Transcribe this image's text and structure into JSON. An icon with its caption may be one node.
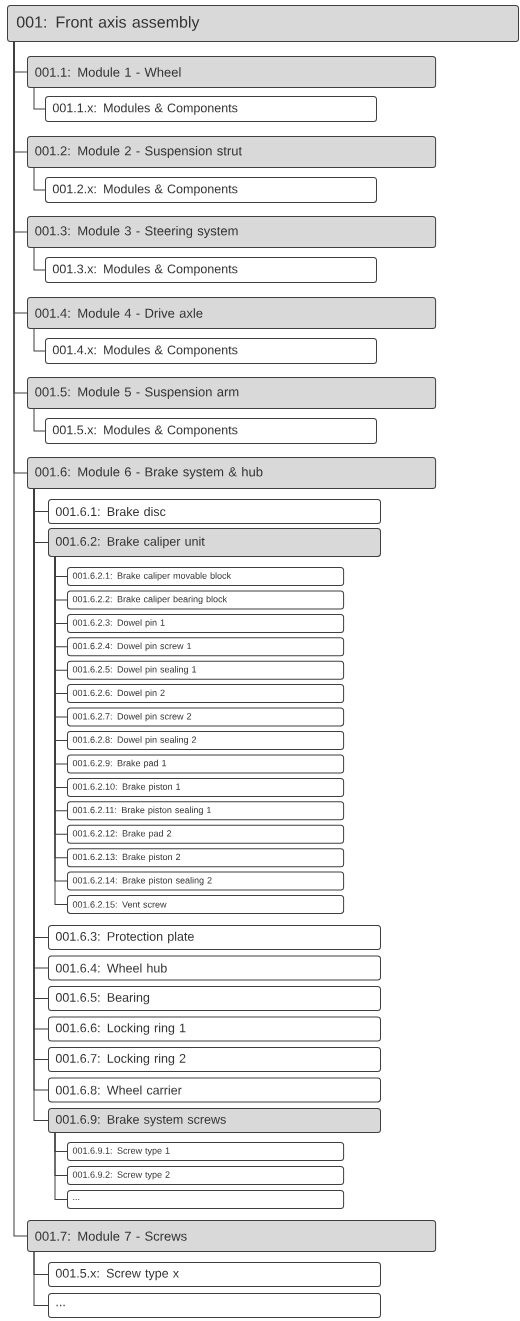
{
  "diagram": {
    "nodes": [
      {
        "text": [
          "001: Front axis assembly"
        ]
      },
      {
        "text": [
          "001.1: Module 1 - Wheel"
        ]
      },
      {
        "text": [
          "001.1.x: Modules & Components"
        ]
      },
      {
        "text": [
          "001.2: Module 2 - Suspension strut"
        ]
      },
      {
        "text": [
          "001.2.x: Modules & Components"
        ]
      },
      {
        "text": [
          "001.3: Module 3 - Steering system"
        ]
      },
      {
        "text": [
          "001.3.x: Modules & Components"
        ]
      },
      {
        "text": [
          "001.4: Module 4 - Drive axle"
        ]
      },
      {
        "text": [
          "001.4.x: Modules & Components"
        ]
      },
      {
        "text": [
          "001.5: Module 5 - Suspension arm"
        ]
      },
      {
        "text": [
          "001.5.x: Modules & Components"
        ]
      },
      {
        "text": [
          "001.6: Module 6 - Brake system & hub"
        ]
      },
      {
        "text": [
          "001.6.1: Brake disc"
        ]
      },
      {
        "text": [
          "001.6.2: Brake caliper unit"
        ]
      },
      {
        "text": [
          "001.6.2.1: Brake caliper movable block"
        ]
      },
      {
        "text": [
          "001.6.2.2: Brake caliper bearing block"
        ]
      },
      {
        "text": [
          "001.6.2.3: Dowel pin 1"
        ]
      },
      {
        "text": [
          "001.6.2.4: Dowel pin screw 1"
        ]
      },
      {
        "text": [
          "001.6.2.5: Dowel pin sealing 1"
        ]
      },
      {
        "text": [
          "001.6.2.6: Dowel pin 2"
        ]
      },
      {
        "text": [
          "001.6.2.7: Dowel pin screw 2"
        ]
      },
      {
        "text": [
          "001.6.2.8: Dowel pin sealing 2"
        ]
      },
      {
        "text": [
          "001.6.2.9: Brake pad 1"
        ]
      },
      {
        "text": [
          "001.6.2.10: Brake piston 1"
        ]
      },
      {
        "text": [
          "001.6.2.11: Brake piston sealing 1"
        ]
      },
      {
        "text": [
          "001.6.2.12: Brake pad 2"
        ]
      },
      {
        "text": [
          "001.6.2.13: Brake piston 2"
        ]
      },
      {
        "text": [
          "001.6.2.14: Brake piston sealing 2"
        ]
      },
      {
        "text": [
          "001.6.2.15: Vent screw"
        ]
      },
      {
        "text": [
          "001.6.3: Protection plate"
        ]
      },
      {
        "text": [
          "001.6.4: Wheel hub"
        ]
      },
      {
        "text": [
          "001.6.5: Bearing"
        ]
      },
      {
        "text": [
          "001.6.6: Locking ring 1"
        ]
      },
      {
        "text": [
          "001.6.7: Locking ring 2"
        ]
      },
      {
        "text": [
          "001.6.8: Wheel carrier"
        ]
      },
      {
        "text": [
          "001.6.9: Brake system screws"
        ]
      },
      {
        "text": [
          "001.6.9.1: Screw type 1"
        ]
      },
      {
        "text": [
          "001.6.9.2: Screw type 2"
        ]
      },
      {
        "text": [
          "..."
        ]
      },
      {
        "text": [
          "001.7: Module 7 - Screws"
        ]
      },
      {
        "text": [
          "001.5.x: Screw type x"
        ]
      },
      {
        "text": [
          "..."
        ]
      }
    ],
    "edges": [
      {
        "from": 0,
        "to": 1,
        "arrow": "none"
      },
      {
        "from": 1,
        "to": 2,
        "arrow": "none"
      },
      {
        "from": 0,
        "to": 3,
        "arrow": "none"
      },
      {
        "from": 3,
        "to": 4,
        "arrow": "none"
      },
      {
        "from": 0,
        "to": 5,
        "arrow": "none"
      },
      {
        "from": 5,
        "to": 6,
        "arrow": "none"
      },
      {
        "from": 0,
        "to": 7,
        "arrow": "none"
      },
      {
        "from": 7,
        "to": 8,
        "arrow": "none"
      },
      {
        "from": 0,
        "to": 9,
        "arrow": "none"
      },
      {
        "from": 9,
        "to": 10,
        "arrow": "none"
      },
      {
        "from": 0,
        "to": 11,
        "arrow": "none"
      },
      {
        "from": 11,
        "to": 12,
        "arrow": "none"
      },
      {
        "from": 11,
        "to": 13,
        "arrow": "none"
      },
      {
        "from": 13,
        "to": 14,
        "arrow": "none"
      },
      {
        "from": 13,
        "to": 15,
        "arrow": "none"
      },
      {
        "from": 13,
        "to": 16,
        "arrow": "none"
      },
      {
        "from": 13,
        "to": 17,
        "arrow": "none"
      },
      {
        "from": 13,
        "to": 18,
        "arrow": "none"
      },
      {
        "from": 13,
        "to": 19,
        "arrow": "none"
      },
      {
        "from": 13,
        "to": 20,
        "arrow": "none"
      },
      {
        "from": 13,
        "to": 21,
        "arrow": "none"
      },
      {
        "from": 13,
        "to": 22,
        "arrow": "none"
      },
      {
        "from": 13,
        "to": 23,
        "arrow": "none"
      },
      {
        "from": 13,
        "to": 24,
        "arrow": "none"
      },
      {
        "from": 13,
        "to": 25,
        "arrow": "none"
      },
      {
        "from": 13,
        "to": 26,
        "arrow": "none"
      },
      {
        "from": 13,
        "to": 27,
        "arrow": "none"
      },
      {
        "from": 13,
        "to": 28,
        "arrow": "none"
      },
      {
        "from": 11,
        "to": 29,
        "arrow": "none"
      },
      {
        "from": 11,
        "to": 30,
        "arrow": "none"
      },
      {
        "from": 11,
        "to": 31,
        "arrow": "none"
      },
      {
        "from": 11,
        "to": 32,
        "arrow": "none"
      },
      {
        "from": 11,
        "to": 33,
        "arrow": "none"
      },
      {
        "from": 11,
        "to": 34,
        "arrow": "none"
      },
      {
        "from": 11,
        "to": 35,
        "arrow": "none"
      },
      {
        "from": 35,
        "to": 36,
        "arrow": "none"
      },
      {
        "from": 35,
        "to": 37,
        "arrow": "none"
      },
      {
        "from": 35,
        "to": 38,
        "arrow": "none"
      },
      {
        "from": 0,
        "to": 39,
        "arrow": "none"
      },
      {
        "from": 39,
        "to": 40,
        "arrow": "none"
      },
      {
        "from": 39,
        "to": 41,
        "arrow": "none"
      }
    ]
  }
}
